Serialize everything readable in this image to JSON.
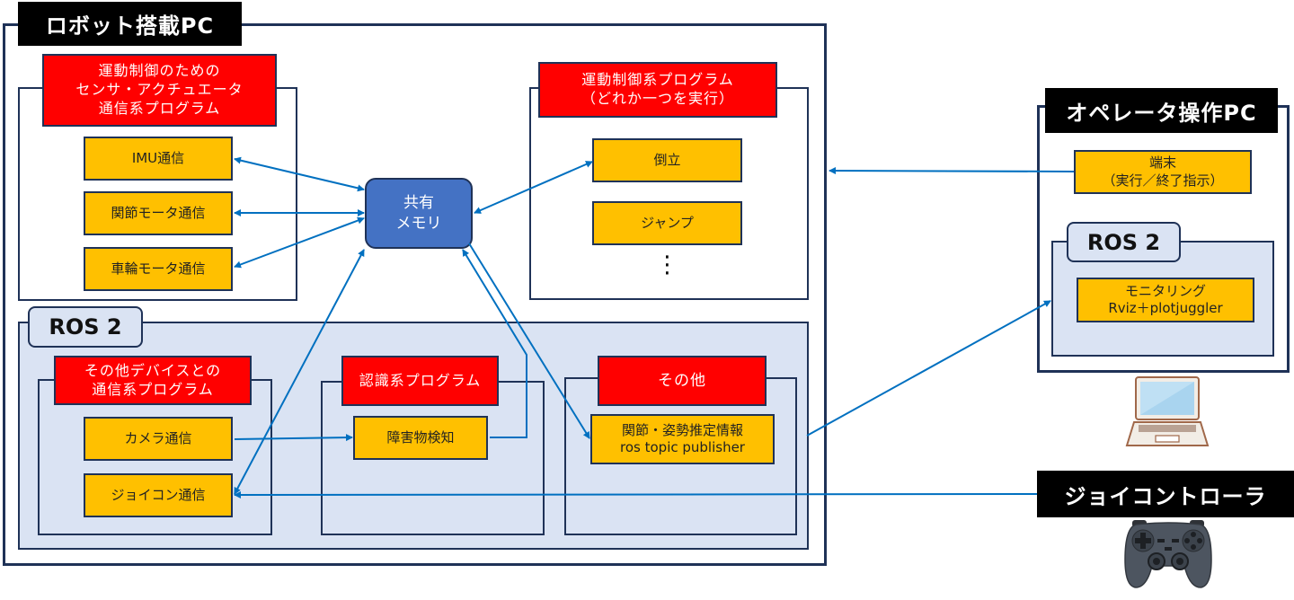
{
  "robot_pc": {
    "title": "ロボット搭載PC",
    "sensor_group": {
      "label": "運動制御のための\nセンサ・アクチュエータ\n通信系プログラム",
      "items": [
        "IMU通信",
        "関節モータ通信",
        "車輪モータ通信"
      ]
    },
    "shared_memory": "共有\nメモリ",
    "motion_group": {
      "label": "運動制御系プログラム\n（どれか一つを実行）",
      "items": [
        "倒立",
        "ジャンプ"
      ],
      "ellipsis": "⋮"
    },
    "ros2": {
      "tab": "ROS 2",
      "device_group": {
        "label": "その他デバイスとの\n通信系プログラム",
        "items": [
          "カメラ通信",
          "ジョイコン通信"
        ]
      },
      "recognition_group": {
        "label": "認識系プログラム",
        "items": [
          "障害物検知"
        ]
      },
      "other_group": {
        "label": "その他",
        "items": [
          "関節・姿勢推定情報\nros topic publisher"
        ]
      }
    }
  },
  "operator_pc": {
    "title": "オペレータ操作PC",
    "terminal": "端末\n（実行／終了指示）",
    "ros2": {
      "tab": "ROS 2",
      "monitoring": "モニタリング\nRviz＋plotjuggler"
    }
  },
  "joy_controller": {
    "title": "ジョイコントローラ"
  },
  "colors": {
    "frame": "#1f3257",
    "program_label": "#ff0000",
    "program_item": "#ffc000",
    "shared_memory": "#4472c4",
    "ros_area": "#dae3f3",
    "arrow": "#0070c0"
  }
}
